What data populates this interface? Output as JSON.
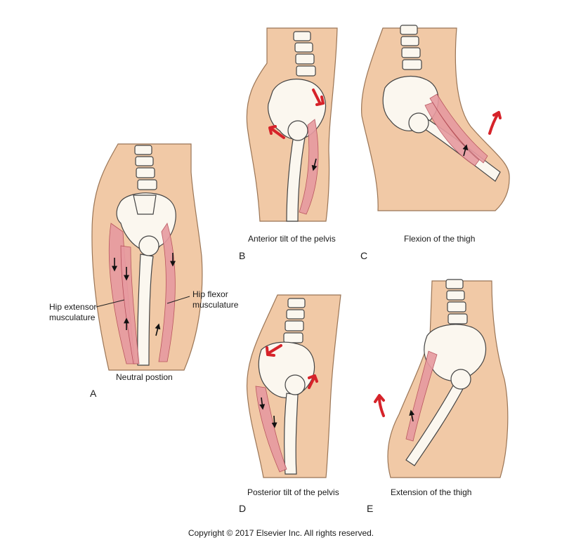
{
  "panels": {
    "a": {
      "letter": "A",
      "caption": "Neutral postion"
    },
    "b": {
      "letter": "B",
      "caption": "Anterior tilt of the pelvis"
    },
    "c": {
      "letter": "C",
      "caption": "Flexion of the thigh"
    },
    "d": {
      "letter": "D",
      "caption": "Posterior tilt of the pelvis"
    },
    "e": {
      "letter": "E",
      "caption": "Extension of the thigh"
    }
  },
  "labels": {
    "hip_extensor": [
      "Hip extensor",
      "musculature"
    ],
    "hip_flexor": [
      "Hip flexor",
      "musculature"
    ]
  },
  "copyright": "Copyright © 2017 Elsevier Inc. All rights reserved.",
  "colors": {
    "skin": "#f1c9a6",
    "skin_outline": "#9a7556",
    "bone": "#fbf7ef",
    "bone_outline": "#444444",
    "muscle": "#e79aa0",
    "muscle_stroke": "#b34a56",
    "movement_arrow": "#d6232a"
  }
}
